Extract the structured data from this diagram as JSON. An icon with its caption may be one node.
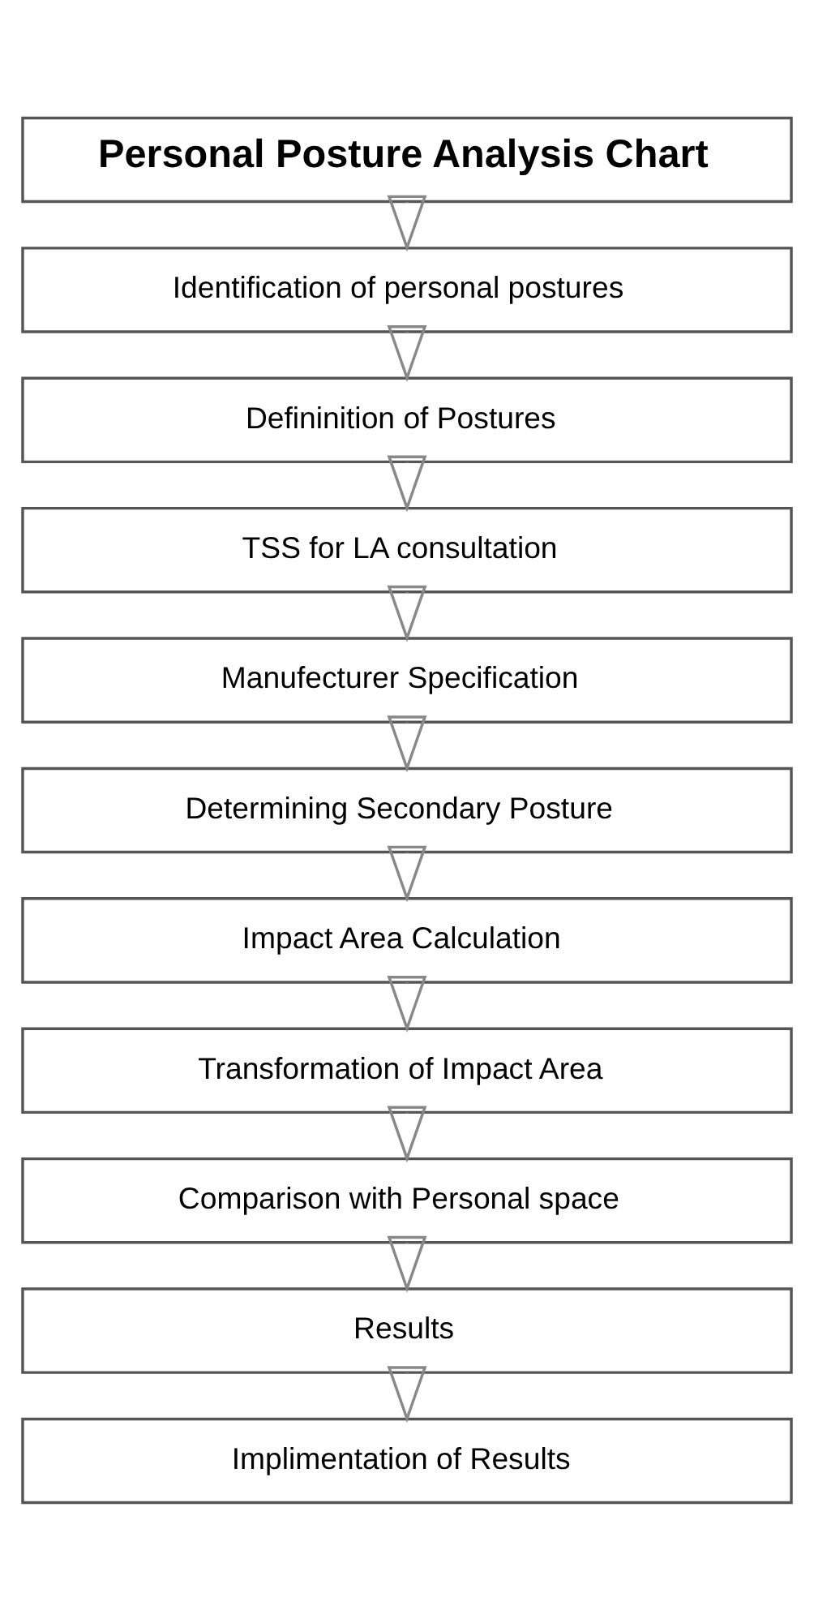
{
  "diagram": {
    "nodes": [
      {
        "text": [
          "Personal Posture Analysis Chart"
        ]
      },
      {
        "text": [
          "Identification of personal postures"
        ]
      },
      {
        "text": [
          "Defininition of Postures"
        ]
      },
      {
        "text": [
          "TSS for LA consultation"
        ]
      },
      {
        "text": [
          "Manufecturer Specification"
        ]
      },
      {
        "text": [
          "Determining Secondary Posture"
        ]
      },
      {
        "text": [
          "Impact Area Calculation"
        ]
      },
      {
        "text": [
          "Transformation of Impact Area"
        ]
      },
      {
        "text": [
          "Comparison with Personal space"
        ]
      },
      {
        "text": [
          "Results"
        ]
      },
      {
        "text": [
          "Implimentation of Results"
        ]
      }
    ],
    "edges": [
      {
        "from": 0,
        "to": 1,
        "arrow": "to"
      },
      {
        "from": 1,
        "to": 2,
        "arrow": "to"
      },
      {
        "from": 2,
        "to": 3,
        "arrow": "to"
      },
      {
        "from": 3,
        "to": 4,
        "arrow": "to"
      },
      {
        "from": 4,
        "to": 5,
        "arrow": "to"
      },
      {
        "from": 5,
        "to": 6,
        "arrow": "to"
      },
      {
        "from": 6,
        "to": 7,
        "arrow": "to"
      },
      {
        "from": 7,
        "to": 8,
        "arrow": "to"
      },
      {
        "from": 8,
        "to": 9,
        "arrow": "to"
      },
      {
        "from": 9,
        "to": 10,
        "arrow": "to"
      }
    ]
  }
}
